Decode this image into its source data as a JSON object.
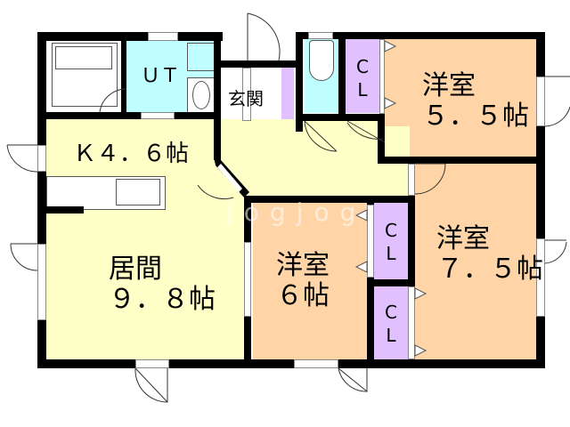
{
  "floor_plan": {
    "rooms": [
      {
        "id": "ut",
        "label": "ＵＴ",
        "color": "#C0FFFF"
      },
      {
        "id": "genkan",
        "label": "玄関",
        "color": "#FFFFFF"
      },
      {
        "id": "kitchen",
        "label": "Ｋ４．６帖",
        "color": "#FFFFC8"
      },
      {
        "id": "living",
        "label": "居間\n９．８帖",
        "color": "#FFFFC8"
      },
      {
        "id": "western_55",
        "label": "洋室\n５．５帖",
        "color": "#FFD5A8"
      },
      {
        "id": "western_6",
        "label": "洋室\n６帖",
        "color": "#FFD5A8"
      },
      {
        "id": "western_75",
        "label": "洋室\n７．５帖",
        "color": "#FFD5A8"
      },
      {
        "id": "toilet",
        "label": "",
        "color": "#C0FFFF"
      }
    ],
    "closets": [
      {
        "label": "C\nL",
        "color": "#E0C0FF"
      },
      {
        "label": "C\nL",
        "color": "#E0C0FF"
      },
      {
        "label": "C\nL",
        "color": "#E0C0FF"
      }
    ],
    "watermark": "jogjog"
  }
}
